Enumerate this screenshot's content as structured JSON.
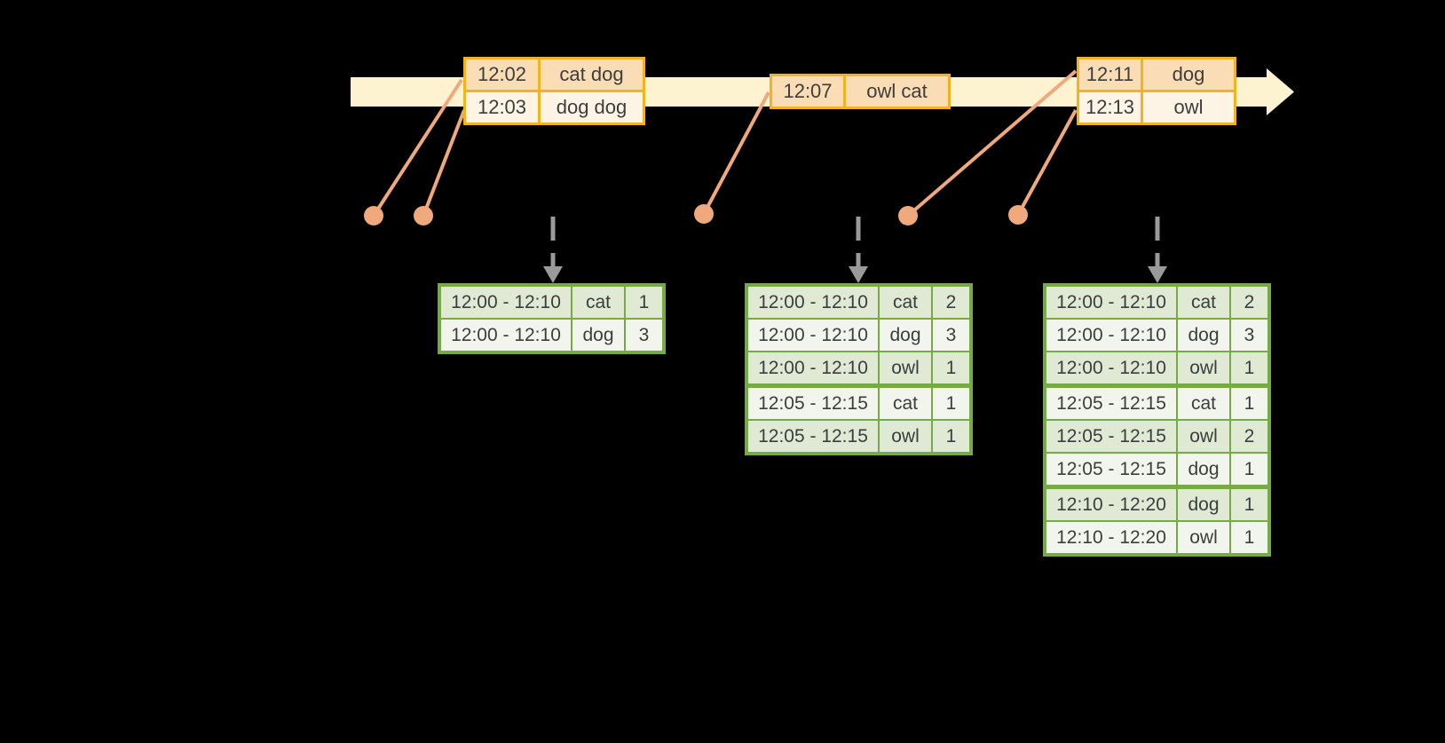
{
  "colors": {
    "background": "#000000",
    "timeline_band": "#fdf3d1",
    "event_border": "#f2b41e",
    "event_row_peach": "#fadcb5",
    "event_row_cream": "#fdf4e6",
    "marker_salmon": "#efa97c",
    "trigger_arrow_gray": "#9a9a9a",
    "result_border": "#74ab44",
    "result_row_green": "#dfe9d4",
    "result_row_white": "#f2f5ee",
    "text": "#3d3d3d"
  },
  "timeline": {
    "event_tables": [
      {
        "rows": [
          {
            "time": "12:02",
            "words": "cat dog"
          },
          {
            "time": "12:03",
            "words": "dog dog"
          }
        ]
      },
      {
        "rows": [
          {
            "time": "12:07",
            "words": "owl cat"
          }
        ]
      },
      {
        "rows": [
          {
            "time": "12:11",
            "words": "dog"
          },
          {
            "time": "12:13",
            "words": "owl"
          }
        ]
      }
    ]
  },
  "result_tables": [
    {
      "rows": [
        {
          "window": "12:00 - 12:10",
          "word": "cat",
          "count": "1"
        },
        {
          "window": "12:00 - 12:10",
          "word": "dog",
          "count": "3"
        }
      ]
    },
    {
      "rows": [
        {
          "window": "12:00 - 12:10",
          "word": "cat",
          "count": "2"
        },
        {
          "window": "12:00 - 12:10",
          "word": "dog",
          "count": "3"
        },
        {
          "window": "12:00 - 12:10",
          "word": "owl",
          "count": "1"
        },
        {
          "window": "12:05 - 12:15",
          "word": "cat",
          "count": "1"
        },
        {
          "window": "12:05 - 12:15",
          "word": "owl",
          "count": "1"
        }
      ]
    },
    {
      "rows": [
        {
          "window": "12:00 - 12:10",
          "word": "cat",
          "count": "2"
        },
        {
          "window": "12:00 - 12:10",
          "word": "dog",
          "count": "3"
        },
        {
          "window": "12:00 - 12:10",
          "word": "owl",
          "count": "1"
        },
        {
          "window": "12:05 - 12:15",
          "word": "cat",
          "count": "1"
        },
        {
          "window": "12:05 - 12:15",
          "word": "owl",
          "count": "2"
        },
        {
          "window": "12:05 - 12:15",
          "word": "dog",
          "count": "1"
        },
        {
          "window": "12:10 - 12:20",
          "word": "dog",
          "count": "1"
        },
        {
          "window": "12:10 - 12:20",
          "word": "owl",
          "count": "1"
        }
      ]
    }
  ]
}
